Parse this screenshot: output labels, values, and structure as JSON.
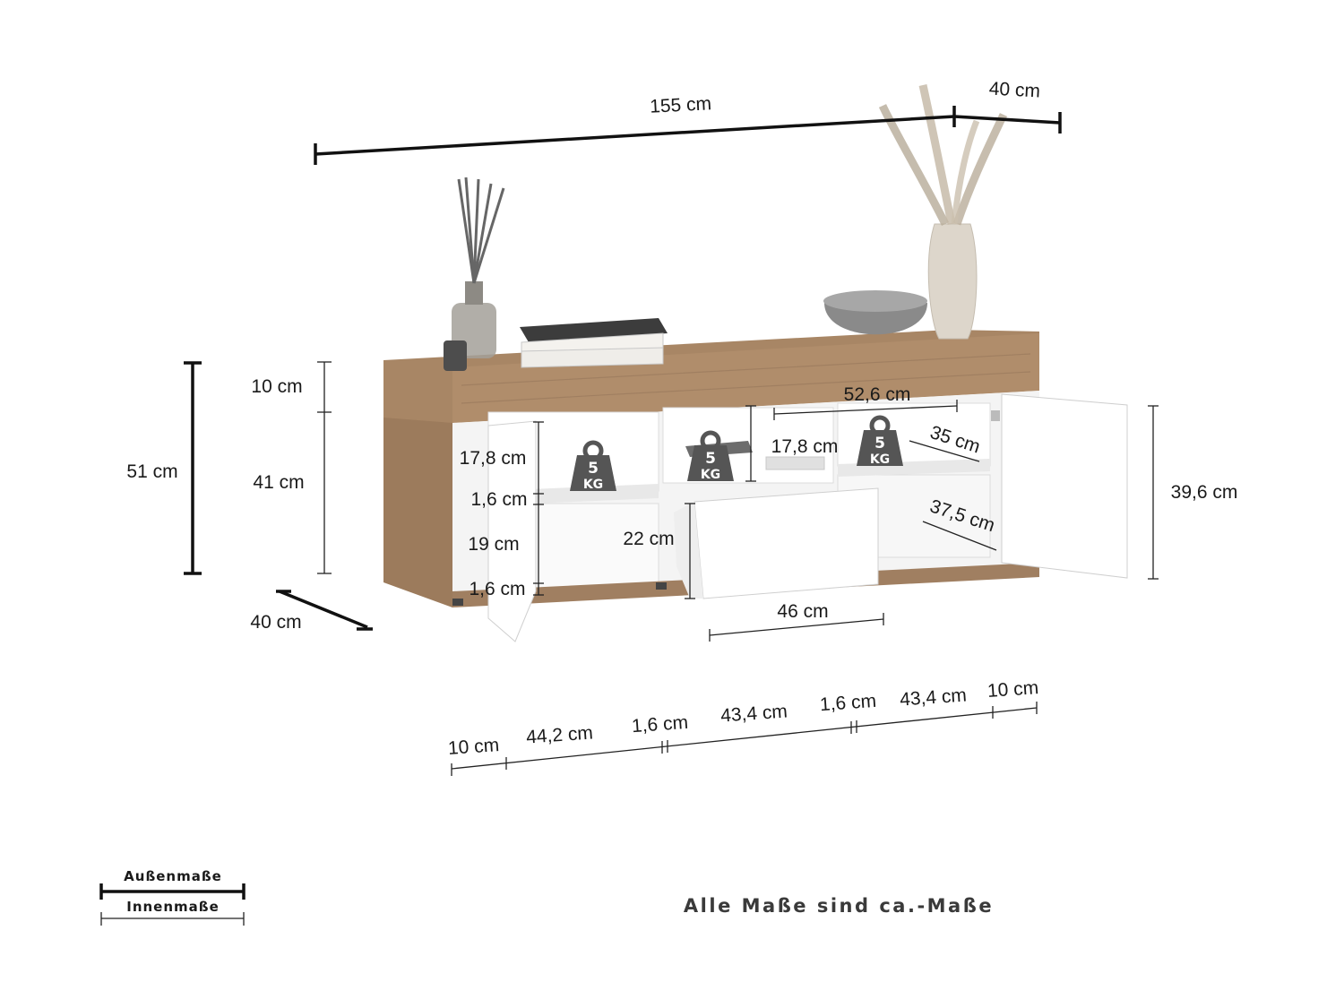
{
  "outer_dimensions": {
    "width": "155 cm",
    "depth_top": "40 cm",
    "height": "51 cm",
    "depth_side": "40 cm"
  },
  "inner_dimensions": {
    "top_panel": "10 cm",
    "body_height": "41 cm",
    "left_shelf_top": "17,8 cm",
    "left_board_1": "1,6 cm",
    "left_shelf_bottom": "19 cm",
    "left_board_2": "1,6 cm",
    "drawer_height": "22 cm",
    "center_compartment_height": "17,8 cm",
    "center_width": "52,6 cm",
    "shelf_depth": "35 cm",
    "bottom_depth": "37,5 cm",
    "door_height": "39,6 cm",
    "drawer_width": "46 cm"
  },
  "bottom_segments": [
    "10 cm",
    "44,2 cm",
    "1,6 cm",
    "43,4 cm",
    "1,6 cm",
    "43,4 cm",
    "10 cm"
  ],
  "load_badges": [
    {
      "weight": "5",
      "unit": "KG"
    },
    {
      "weight": "5",
      "unit": "KG"
    },
    {
      "weight": "5",
      "unit": "KG"
    }
  ],
  "legend": {
    "outer_label": "Außenmaße",
    "inner_label": "Innenmaße"
  },
  "note": "Alle Maße sind ca.-Maße",
  "colors": {
    "wood": "#a88665",
    "wood_dark": "#8e6d50",
    "panel_white": "#ffffff",
    "shelf_gray": "#f1f1f1",
    "badge": "#555555",
    "line": "#111111"
  }
}
